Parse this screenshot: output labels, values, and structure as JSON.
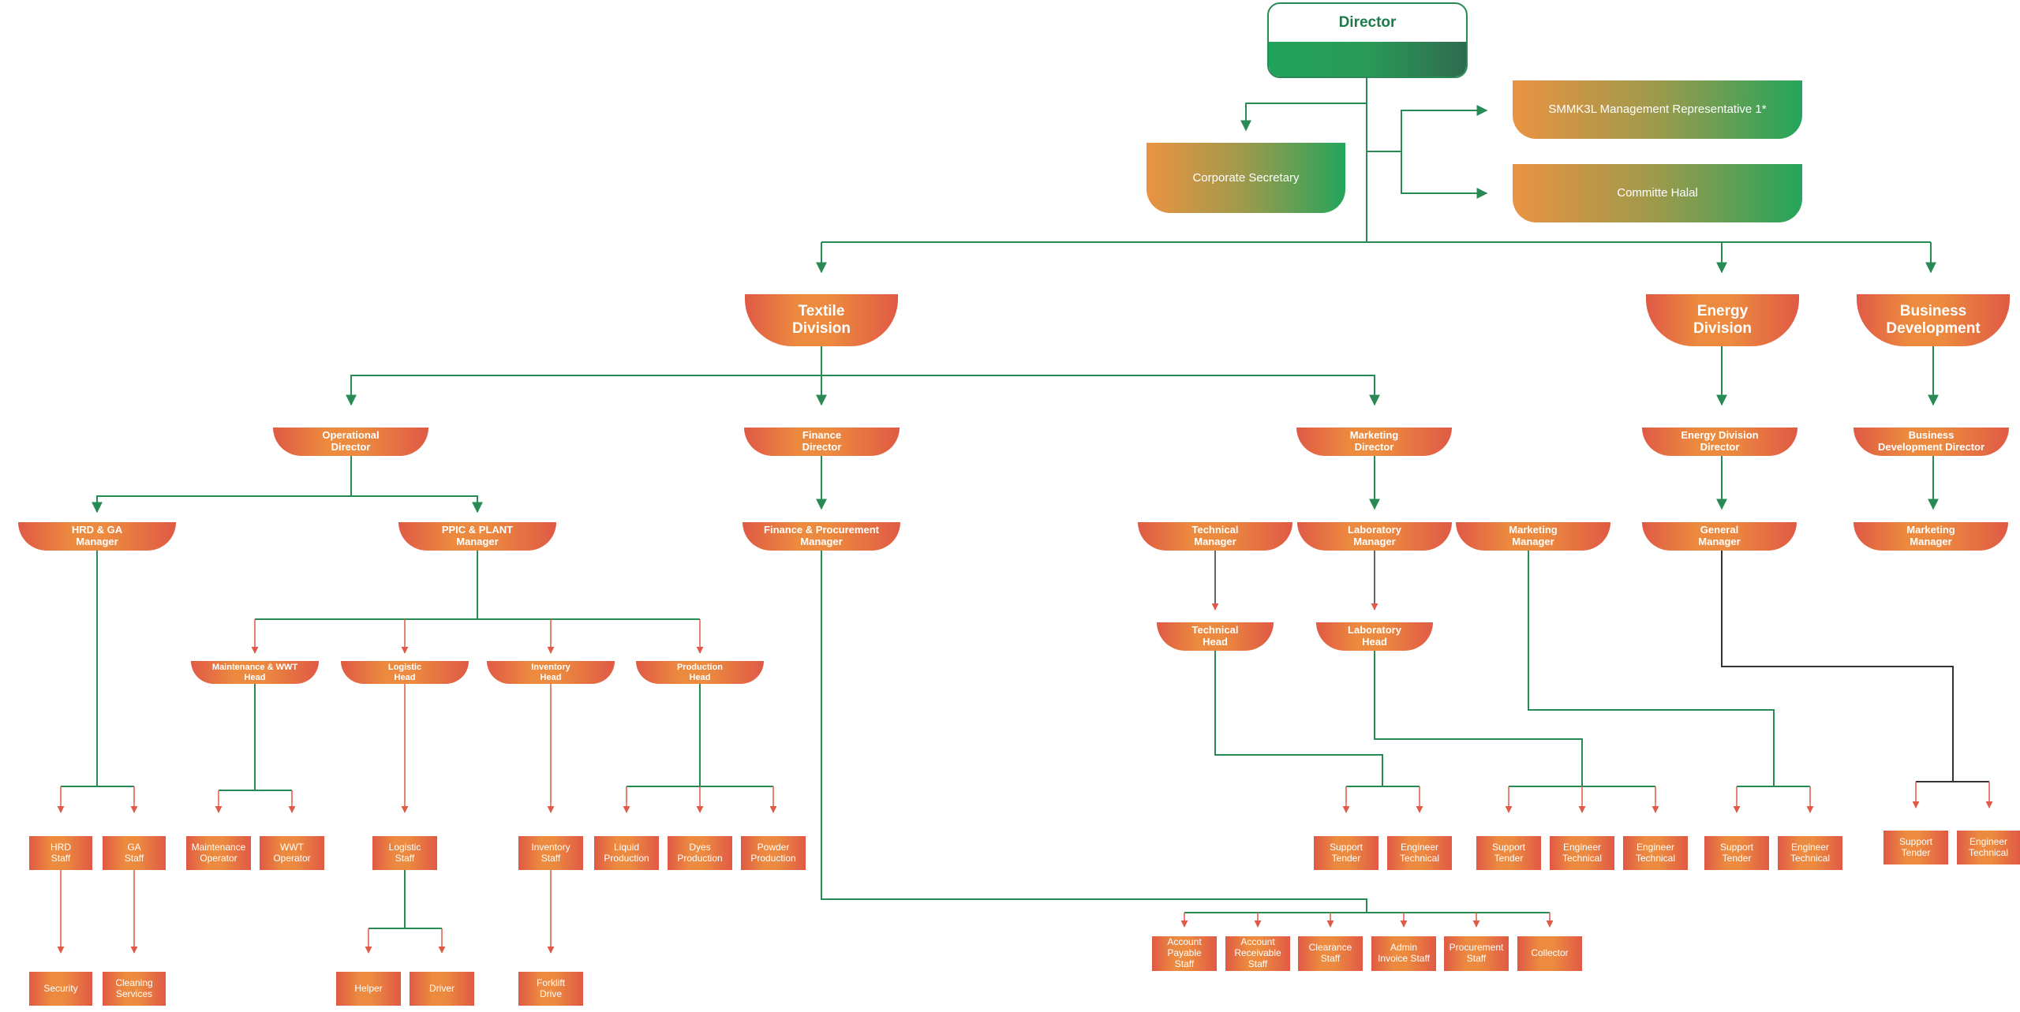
{
  "director": "Director",
  "side": {
    "corporate_secretary": "Corporate Secretary",
    "smmk3l": "SMMK3L Management Representative 1*",
    "committe_halal": "Committe Halal"
  },
  "divisions": {
    "textile": "Textile\nDivision",
    "energy": "Energy\nDivision",
    "business": "Business\nDevelopment"
  },
  "directors": {
    "operational": "Operational\nDirector",
    "finance": "Finance\nDirector",
    "marketing": "Marketing\nDirector",
    "energy": "Energy Division\nDirector",
    "business": "Business\nDevelopment Director"
  },
  "managers": {
    "hrd_ga": "HRD & GA\nManager",
    "ppic_plant": "PPIC & PLANT\nManager",
    "finance_procurement": "Finance & Procurement\nManager",
    "technical": "Technical\nManager",
    "laboratory": "Laboratory\nManager",
    "marketing": "Marketing\nManager",
    "general": "General\nManager",
    "bd_marketing": "Marketing\nManager"
  },
  "heads": {
    "maintenance_wwt": "Maintenance & WWT\nHead",
    "logistic": "Logistic\nHead",
    "inventory": "Inventory\nHead",
    "production": "Production\nHead",
    "technical": "Technical\nHead",
    "laboratory": "Laboratory\nHead"
  },
  "staff": {
    "hrd_staff": "HRD\nStaff",
    "ga_staff": "GA\nStaff",
    "maintenance_operator": "Maintenance\nOperator",
    "wwt_operator": "WWT\nOperator",
    "logistic_staff": "Logistic\nStaff",
    "inventory_staff": "Inventory\nStaff",
    "liquid_production": "Liquid\nProduction",
    "dyes_production": "Dyes\nProduction",
    "powder_production": "Powder\nProduction",
    "security": "Security",
    "cleaning_services": "Cleaning\nServices",
    "helper": "Helper",
    "driver": "Driver",
    "forklift_drive": "Forklift\nDrive",
    "tech_support_tender": "Support\nTender",
    "tech_engineer_technical": "Engineer\nTechnical",
    "mkt_support_tender": "Support\nTender",
    "mkt_engineer_technical_1": "Engineer\nTechnical",
    "mkt_engineer_technical_2": "Engineer\nTechnical",
    "gm_support_tender": "Support\nTender",
    "gm_engineer_technical": "Engineer\nTechnical",
    "bd_support_tender": "Support\nTender",
    "bd_engineer_technical": "Engineer\nTechnical",
    "account_payable": "Account\nPayable\nStaff",
    "account_receivable": "Account\nReceivable\nStaff",
    "clearance": "Clearance\nStaff",
    "admin_invoice": "Admin\nInvoice Staff",
    "procurement": "Procurement\nStaff",
    "collector": "Collector"
  },
  "colors": {
    "connector_green": "#2a8a55",
    "connector_dark": "#333333",
    "arrow_orange": "#e05a45"
  }
}
